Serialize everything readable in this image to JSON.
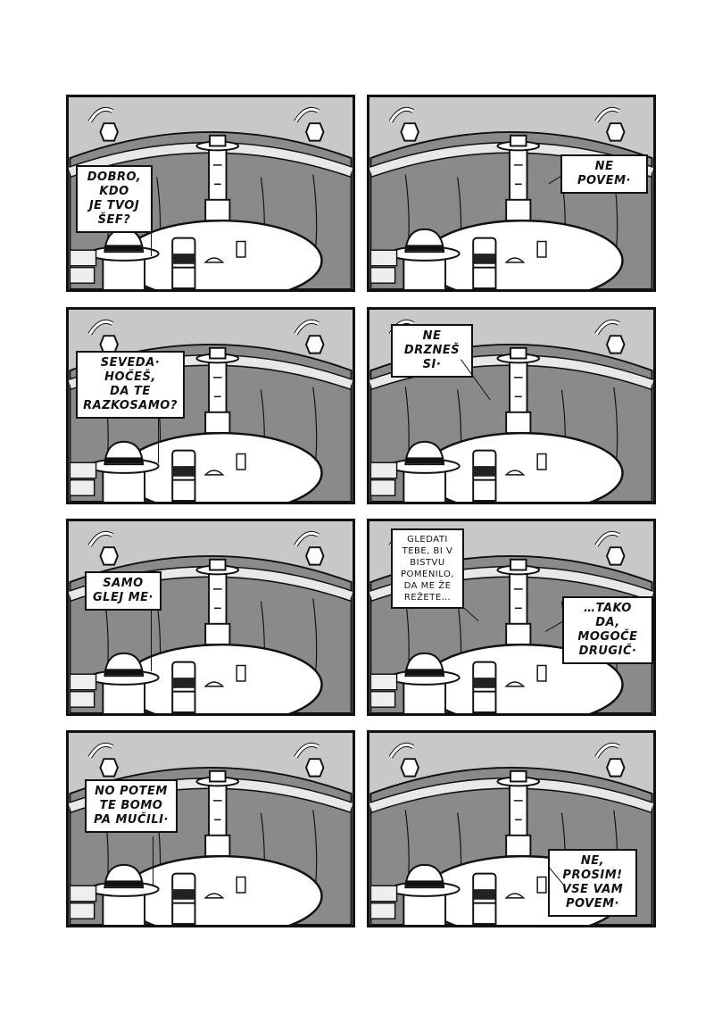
{
  "panels": [
    {
      "bubbles": [
        {
          "text": "DOBRO, KDO\nJE TVOJ\nŠEF?"
        }
      ]
    },
    {
      "bubbles": [
        {
          "text": "NE POVEM·"
        }
      ]
    },
    {
      "bubbles": [
        {
          "text": "SEVEDA·\nHOČEŠ,\nDA TE\nRAZKOSAMO?"
        }
      ]
    },
    {
      "bubbles": [
        {
          "text": "NE DRZNEŠ\nSI·"
        }
      ]
    },
    {
      "bubbles": [
        {
          "text": "SAMO\nGLEJ ME·"
        }
      ]
    },
    {
      "bubbles": [
        {
          "text": "GLEDATI\nTEBE, BI V\nBISTVU\nPOMENILO,\nDA ME ŽE\nREŽETE…"
        },
        {
          "text": "…TAKO DA,\nMOGOČE\nDRUGIČ·"
        }
      ]
    },
    {
      "bubbles": [
        {
          "text": "NO POTEM\nTE BOMO\nPA MUČILI·"
        }
      ]
    },
    {
      "bubbles": [
        {
          "text": "NE, PROSIM!\nVSE VAM\nPOVEM·"
        }
      ]
    }
  ],
  "colors": {
    "background": "#c8c8c8",
    "ink": "#111111",
    "booth": "#8a8a8a",
    "table": "#ffffff"
  }
}
